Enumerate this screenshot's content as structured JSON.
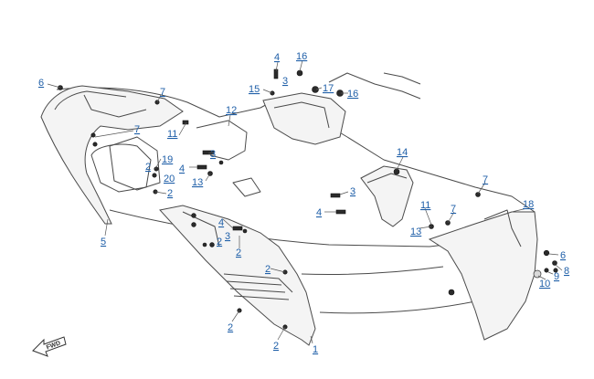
{
  "diagram": {
    "fwd_label": "FWD",
    "callouts": {
      "c1": "1",
      "c2a": "2",
      "c2b": "2",
      "c2c": "2",
      "c2d": "2",
      "c2e": "2",
      "c2f": "2",
      "c2g": "2",
      "c3a": "3",
      "c3b": "3",
      "c3c": "3",
      "c3d": "3",
      "c4a": "4",
      "c4b": "4",
      "c4c": "4",
      "c4d": "4",
      "c5": "5",
      "c6a": "6",
      "c6b": "6",
      "c7a": "7",
      "c7b": "7",
      "c7c": "7",
      "c7d": "7",
      "c8": "8",
      "c9": "9",
      "c10": "10",
      "c11a": "11",
      "c11b": "11",
      "c12": "12",
      "c13a": "13",
      "c13b": "13",
      "c14": "14",
      "c15": "15",
      "c16a": "16",
      "c16b": "16",
      "c17": "17",
      "c18": "18",
      "c19": "19",
      "c20": "20"
    }
  }
}
